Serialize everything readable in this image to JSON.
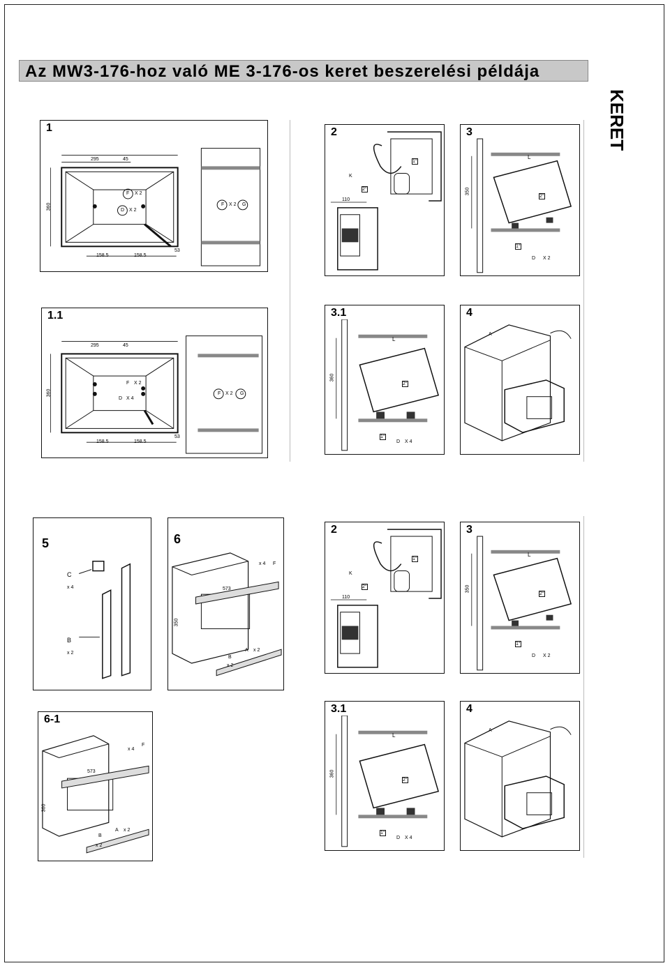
{
  "title": "Az MW3-176-hoz való ME 3-176-os keret beszerelési példája",
  "side_label": "KERET",
  "panels": {
    "p1": {
      "num": "1",
      "dims": [
        "295",
        "45",
        "158.5",
        "158.5",
        "53",
        "360"
      ],
      "tags": [
        "F",
        "X 2",
        "D",
        "X 2",
        "F",
        "X 2",
        "G"
      ]
    },
    "p11": {
      "num": "1.1",
      "dims": [
        "295",
        "45",
        "158.5",
        "158.5",
        "53",
        "360"
      ],
      "tags": [
        "F",
        "X 2",
        "D",
        "X 4",
        "F",
        "X 2",
        "G"
      ]
    },
    "p2a": {
      "num": "2",
      "tags": [
        "K",
        "2°",
        "1°",
        "110"
      ]
    },
    "p3a": {
      "num": "3",
      "tags": [
        "L",
        "2°",
        "1°",
        "D",
        "X 2",
        "350"
      ]
    },
    "p31a": {
      "num": "3.1",
      "tags": [
        "L",
        "2°",
        "1°",
        "D",
        "X 4",
        "360"
      ]
    },
    "p4a": {
      "num": "4",
      "tags": [
        "A"
      ]
    },
    "p5": {
      "num": "5",
      "tags": [
        "C",
        "x 4",
        "B",
        "x 2"
      ]
    },
    "p6": {
      "num": "6",
      "tags": [
        "F",
        "x 4",
        "A",
        "x 2",
        "B",
        "x 2",
        "350",
        "573"
      ]
    },
    "p61": {
      "num": "6-1",
      "tags": [
        "F",
        "x 4",
        "A",
        "x 2",
        "B",
        "x 2",
        "360",
        "573"
      ]
    },
    "p2b": {
      "num": "2",
      "tags": [
        "K",
        "2°",
        "1°",
        "110"
      ]
    },
    "p3b": {
      "num": "3",
      "tags": [
        "L",
        "2°",
        "1°",
        "D",
        "X 2",
        "350"
      ]
    },
    "p31b": {
      "num": "3.1",
      "tags": [
        "L",
        "2°",
        "1°",
        "D",
        "X 4",
        "360"
      ]
    },
    "p4b": {
      "num": "4",
      "tags": [
        "A"
      ]
    }
  }
}
